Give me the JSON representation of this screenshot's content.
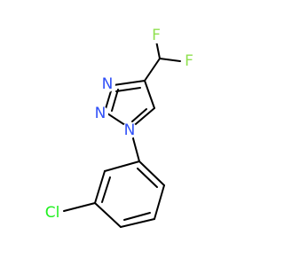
{
  "molecule": {
    "atom_labels": {
      "f_top": "F",
      "f_right": "F",
      "n_triazole_top": "N",
      "n_triazole_middle": "N",
      "n_triazole_bottom": "N",
      "cl": "Cl"
    },
    "colors": {
      "bond": "#000000",
      "fluorine": "#90E050",
      "nitrogen": "#3050F8",
      "chlorine": "#1FF01F"
    }
  }
}
